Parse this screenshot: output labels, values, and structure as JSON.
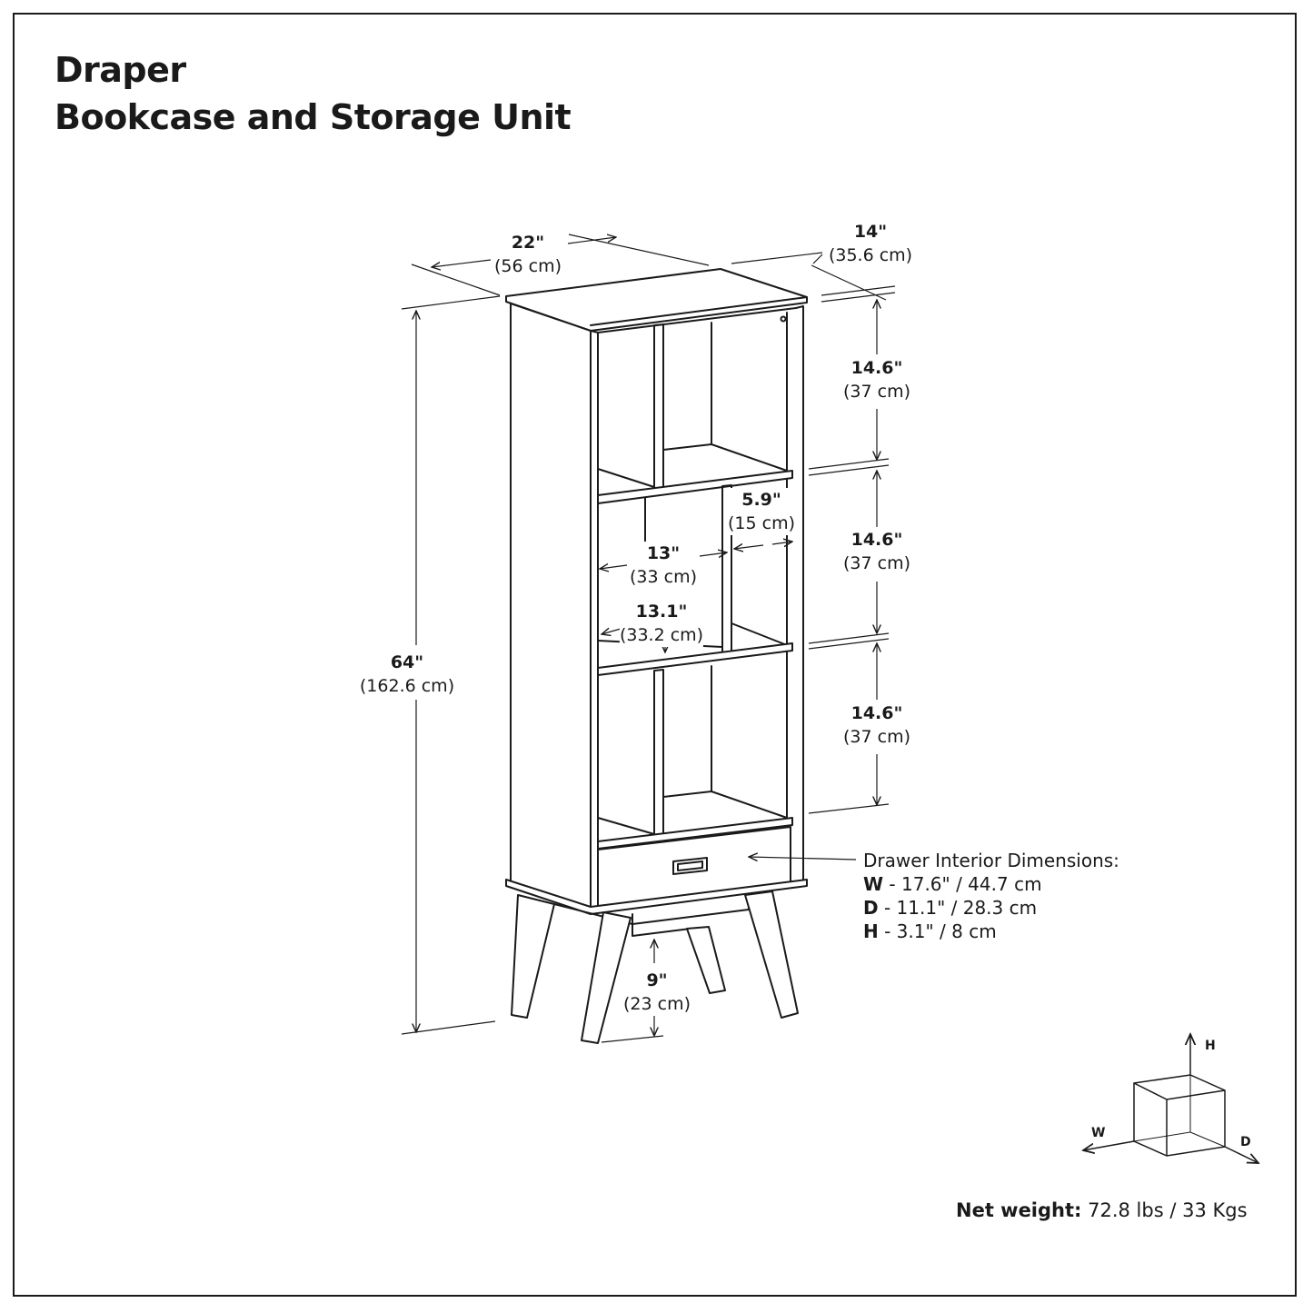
{
  "title": {
    "line1": "Draper",
    "line2": "Bookcase and Storage Unit"
  },
  "dimensions": {
    "width": {
      "in": "22\"",
      "cm": "(56 cm)"
    },
    "depth": {
      "in": "14\"",
      "cm": "(35.6 cm)"
    },
    "height": {
      "in": "64\"",
      "cm": "(162.6 cm)"
    },
    "shelf_top": {
      "in": "14.6\"",
      "cm": "(37 cm)"
    },
    "shelf_middle": {
      "in": "14.6\"",
      "cm": "(37 cm)"
    },
    "shelf_bottom": {
      "in": "14.6\"",
      "cm": "(37 cm)"
    },
    "narrow_cubby": {
      "in": "5.9\"",
      "cm": "(15 cm)"
    },
    "wide_cubby": {
      "in": "13\"",
      "cm": "(33 cm)"
    },
    "cubby_depth": {
      "in": "13.1\"",
      "cm": "(33.2 cm)"
    },
    "leg_height": {
      "in": "9\"",
      "cm": "(23 cm)"
    }
  },
  "drawer": {
    "heading": "Drawer Interior Dimensions:",
    "w_key": "W",
    "w_val": " - 17.6\" / 44.7 cm",
    "d_key": "D",
    "d_val": " - 11.1\" / 28.3 cm",
    "h_key": "H",
    "h_val": " - 3.1\" / 8 cm"
  },
  "axes": {
    "h": "H",
    "w": "W",
    "d": "D"
  },
  "net_weight": {
    "label": "Net weight:",
    "value": " 72.8 lbs / 33 Kgs"
  },
  "colors": {
    "line": "#1a1a1a",
    "background": "#ffffff"
  }
}
